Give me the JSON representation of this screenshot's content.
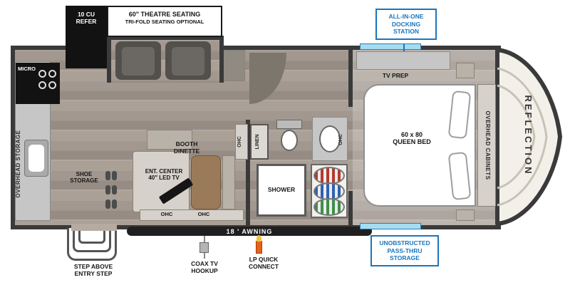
{
  "colors": {
    "accent_blue": "#1b75bc",
    "window_blue": "#a6dcf0",
    "wall": "#3a3a3a",
    "floor_wood": "#9c9288",
    "awning_black": "#1f1f1f"
  },
  "callouts": {
    "refer": "10 CU\nREFER",
    "theatre_line1": "60\" THEATRE SEATING",
    "theatre_line2": "TRI-FOLD SEATING OPTIONAL",
    "docking_station": "ALL-IN-ONE\nDOCKING\nSTATION",
    "pass_thru_storage": "UNOBSTRUCTED\nPASS-THRU\nSTORAGE",
    "awning": "18 ' AWNING",
    "entry_step": "STEP ABOVE\nENTRY STEP",
    "coax_hookup": "COAX TV\nHOOKUP",
    "lp_connect": "LP QUICK\nCONNECT"
  },
  "interior": {
    "micro": "MICRO",
    "overhead_storage": "OVERHEAD STORAGE",
    "shoe_storage": "SHOE\nSTORAGE",
    "booth_dinette": "BOOTH\nDINETTE",
    "ent_center": "ENT. CENTER\n40\" LED TV",
    "linen": "LINEN",
    "ohc": "OHC",
    "shower": "SHOWER",
    "tv_prep": "TV PREP",
    "queen_bed": "60 x 80\nQUEEN BED",
    "overhead_cabinets": "OVERHEAD CABINETS",
    "brand": "REFLECTION"
  }
}
